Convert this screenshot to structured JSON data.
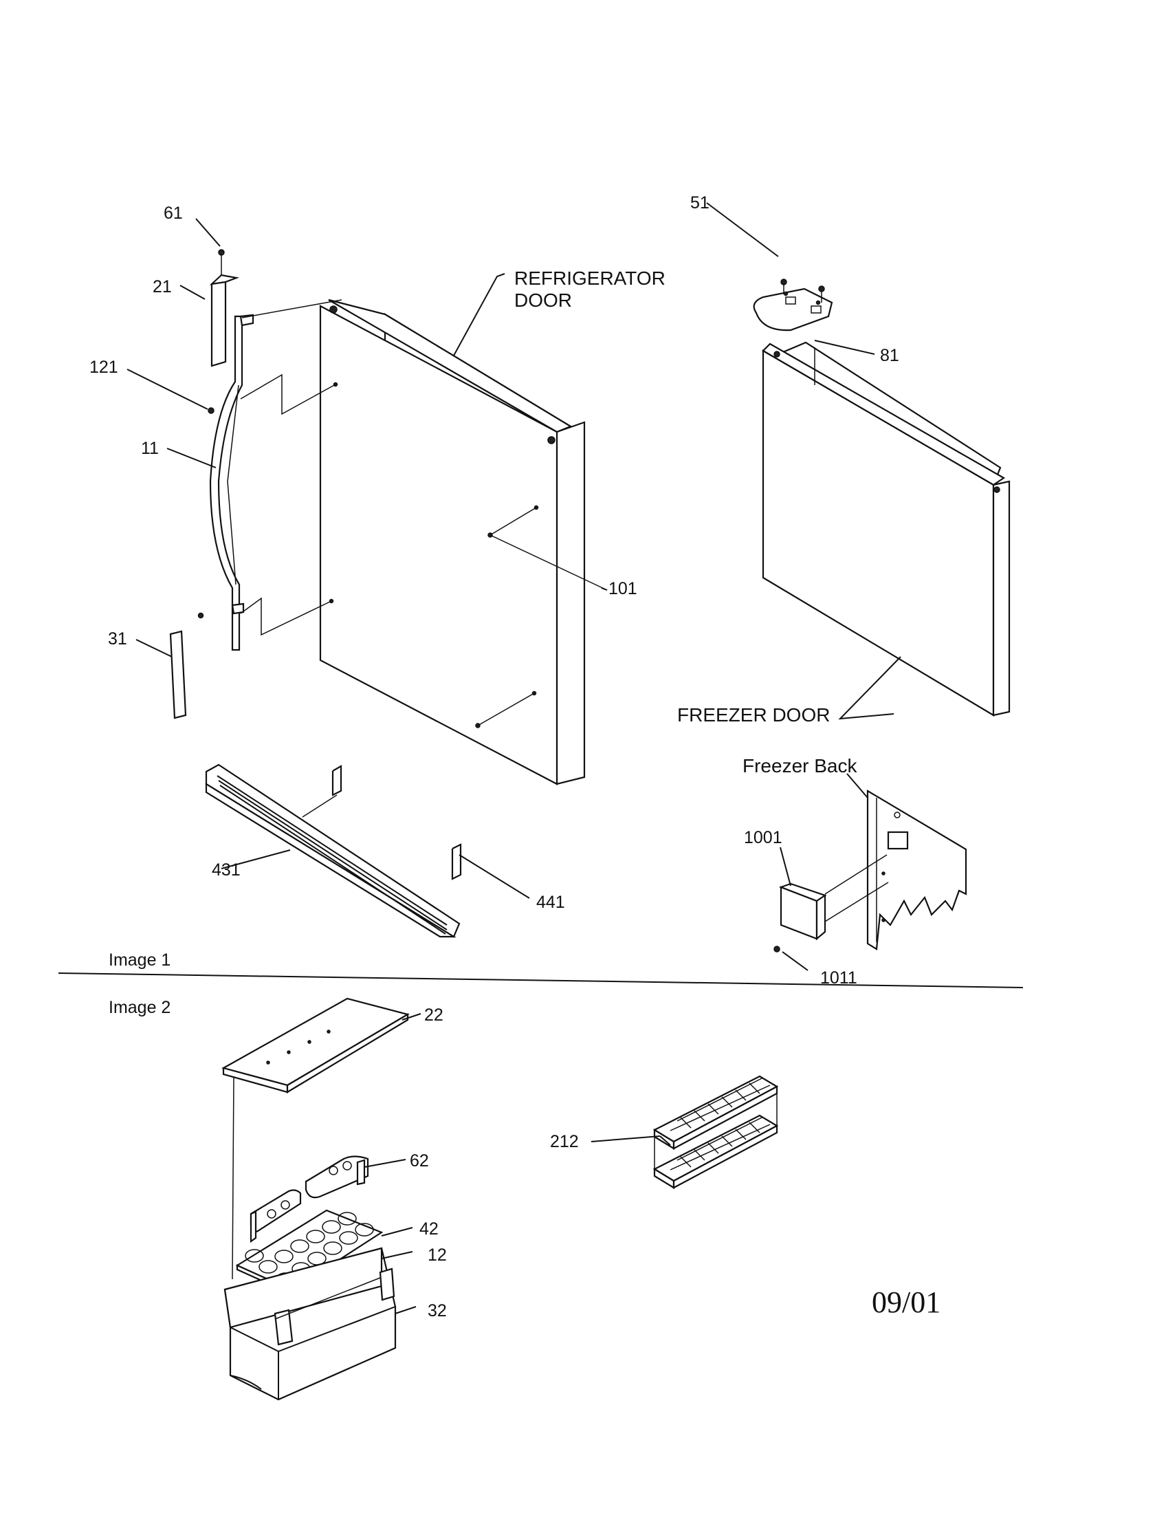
{
  "labels": {
    "p61": "61",
    "p21": "21",
    "p121": "121",
    "p11": "11",
    "p31": "31",
    "p101": "101",
    "p431": "431",
    "p441": "441",
    "refrigerator_door_line1": "REFRIGERATOR",
    "refrigerator_door_line2": "DOOR",
    "p51": "51",
    "p81": "81",
    "freezer_door": "FREEZER DOOR",
    "freezer_back": "Freezer Back",
    "p1001": "1001",
    "p1011": "1011",
    "image1": "Image 1",
    "image2": "Image 2",
    "p22": "22",
    "p62": "62",
    "p42": "42",
    "p12": "12",
    "p32": "32",
    "p212": "212",
    "date": "09/01"
  }
}
